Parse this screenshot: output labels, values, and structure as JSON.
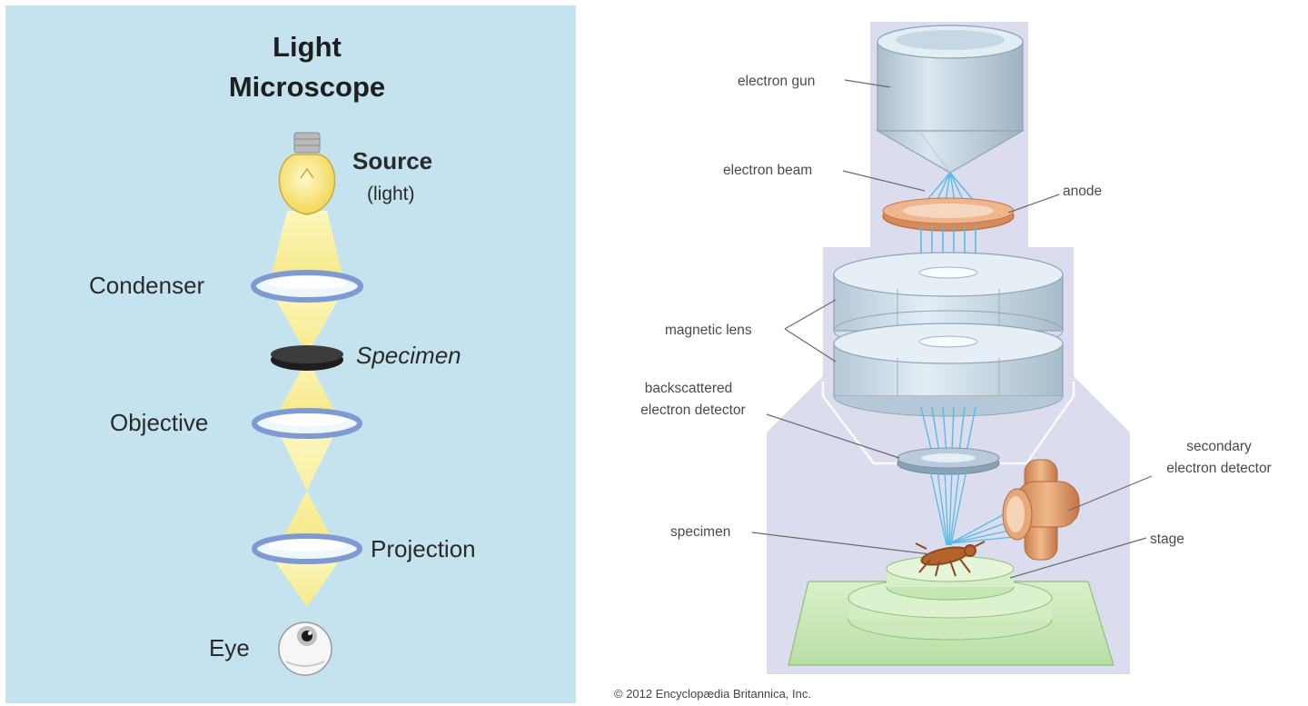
{
  "light_microscope": {
    "title_line1": "Light",
    "title_line2": "Microscope",
    "labels": {
      "source": "Source",
      "source_sub": "(light)",
      "condenser": "Condenser",
      "specimen": "Specimen",
      "objective": "Objective",
      "projection": "Projection",
      "eye": "Eye"
    }
  },
  "electron_microscope": {
    "labels": {
      "electron_gun": "electron gun",
      "electron_beam": "electron beam",
      "anode": "anode",
      "magnetic_lens": "magnetic lens",
      "backscattered_line1": "backscattered",
      "backscattered_line2": "electron detector",
      "secondary_line1": "secondary",
      "secondary_line2": "electron detector",
      "specimen": "specimen",
      "stage": "stage"
    }
  },
  "credit": "© 2012 Encyclopædia Britannica, Inc.",
  "colors": {
    "left_panel_bg": "#c4e3ee",
    "column_bg": "#dcdcef",
    "light_beam": "#fdf19a",
    "lens_rim": "#7e9ad3",
    "cylinder": "#c3d5e2",
    "anode": "#d98a5a",
    "beam_lines": "#55bbe6",
    "stage": "#c7e7b6",
    "detector": "#e0a070"
  }
}
